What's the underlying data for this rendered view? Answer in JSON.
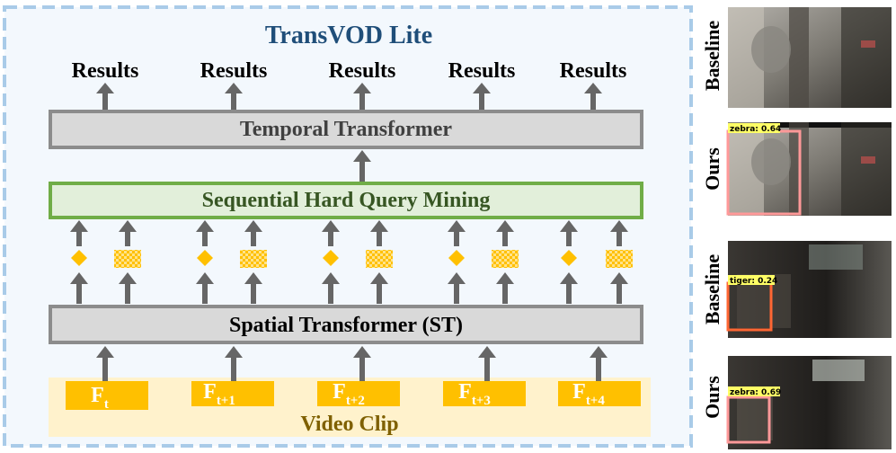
{
  "title": "TransVOD Lite",
  "results": [
    "Results",
    "Results",
    "Results",
    "Results",
    "Results"
  ],
  "temporal_transformer": "Temporal Transformer",
  "sequential_mining": "Sequential Hard Query Mining",
  "spatial_transformer": "Spatial Transformer (ST)",
  "video_clip": "Video Clip",
  "frames": [
    {
      "base": "F",
      "sub": "t"
    },
    {
      "base": "F",
      "sub": "t+1"
    },
    {
      "base": "F",
      "sub": "t+2"
    },
    {
      "base": "F",
      "sub": "t+3"
    },
    {
      "base": "F",
      "sub": "t+4"
    }
  ],
  "examples": [
    {
      "row_label": "Baseline",
      "detection": ""
    },
    {
      "row_label": "Ours",
      "detection": "zebra: 0.64"
    },
    {
      "row_label": "Baseline",
      "detection": "tiger: 0.24"
    },
    {
      "row_label": "Ours",
      "detection": "zebra: 0.69"
    }
  ],
  "colors": {
    "title": "#1f4e79",
    "panel_border": "#a9cbe8",
    "panel_bg": "#f3f8fd",
    "box_fill": "#d9d9d9",
    "box_border": "#8c8c8c",
    "mining_fill": "#e2efda",
    "mining_border": "#70ad47",
    "mining_text": "#375623",
    "frame_fill": "#ffc000",
    "clip_bg": "#fff2cc",
    "clip_text": "#7f6000",
    "arrow": "#666666",
    "ours_box": "#ff9999",
    "baseline_box": "#ff6633"
  }
}
